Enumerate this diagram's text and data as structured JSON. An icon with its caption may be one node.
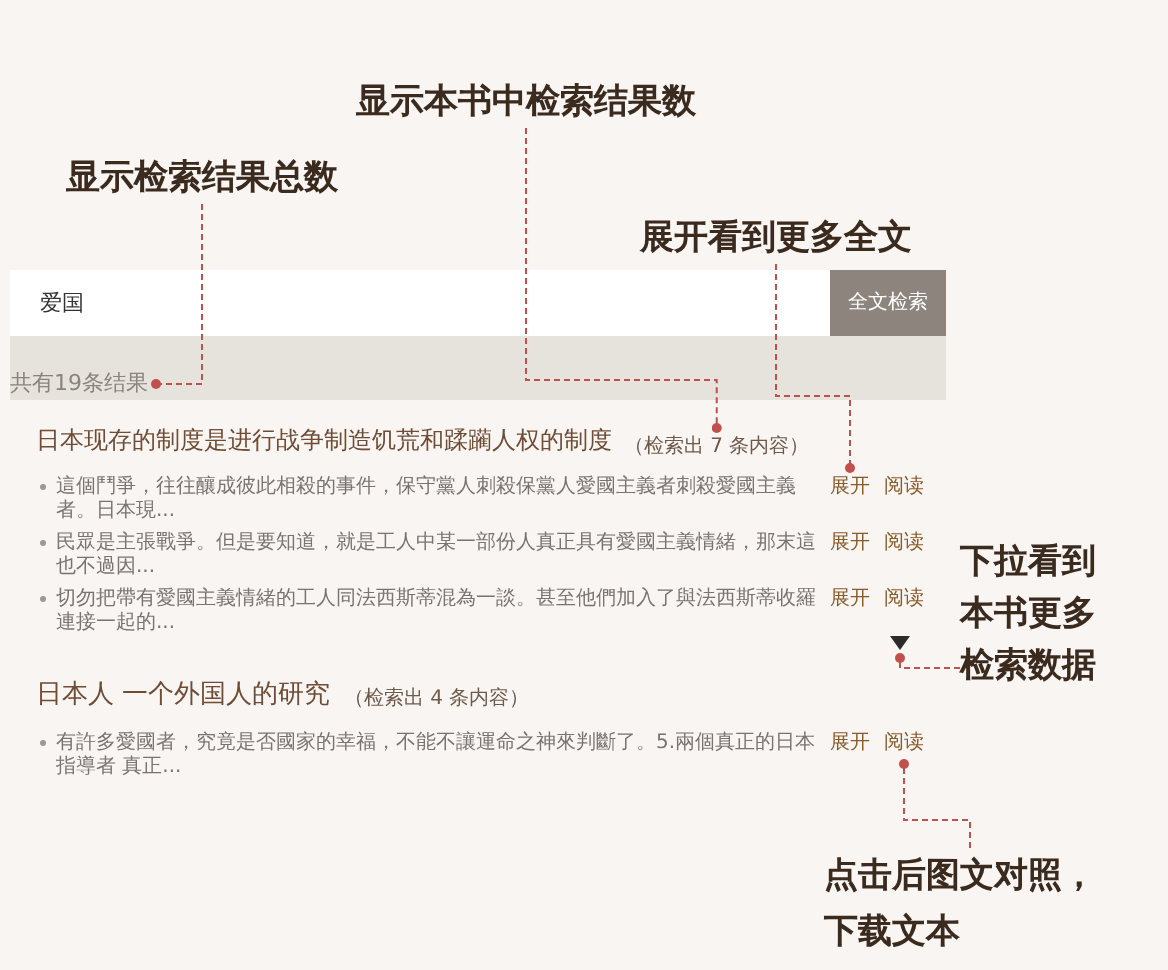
{
  "diagram": {
    "nodes": [
      {
        "text": [
          "显示本书中检索结果数"
        ]
      },
      {
        "text": [
          "显示检索结果总数"
        ]
      },
      {
        "text": [
          "展开看到更多全文"
        ]
      },
      {
        "text": [
          "共有19条结果"
        ]
      },
      {
        "text": [
          "（检索出 7 条内容）"
        ]
      },
      {
        "text": [
          "展开"
        ]
      },
      {
        "text": [
          "下拉看到本书更多检索数据"
        ]
      },
      {
        "text": [],
        "shape": "triangle"
      },
      {
        "text": [
          "阅读"
        ]
      },
      {
        "text": [
          "点击后图文对照，下载文本"
        ]
      }
    ],
    "edges": [
      {
        "from": 0,
        "to": 4,
        "arrow": "other",
        "style": "dashed"
      },
      {
        "from": 1,
        "to": 3,
        "arrow": "other",
        "style": "dashed"
      },
      {
        "from": 2,
        "to": 5,
        "arrow": "other",
        "style": "dashed"
      },
      {
        "from": 6,
        "to": 7,
        "arrow": "other",
        "style": "dashed"
      },
      {
        "from": 9,
        "to": 8,
        "arrow": "other",
        "style": "dashed"
      }
    ],
    "labels": [
      "爱国",
      "全文检索",
      "日本现存的制度是进行战争制造饥荒和蹂躏人权的制度",
      "這個鬥爭，往往釀成彼此相殺的事件，保守黨人刺殺保黨人愛國主義者刺殺愛國主義者。日本現...",
      "阅读",
      "民眾是主張戰爭。但是要知道，就是工人中某一部份人真正具有愛國主義情緒，那末這也不過因...",
      "展开",
      "阅读",
      "切勿把帶有愛國主義情緒的工人同法西斯蒂混為一談。甚至他們加入了與法西斯蒂收羅連接一起的...",
      "展开",
      "阅读",
      "日本人 一个外国人的研究",
      "（检索出 4 条内容）",
      "有許多愛國者，究竟是否國家的幸福，不能不讓運命之神來判斷了。5.兩個真正的日本指導者 真正...",
      "展开"
    ]
  }
}
